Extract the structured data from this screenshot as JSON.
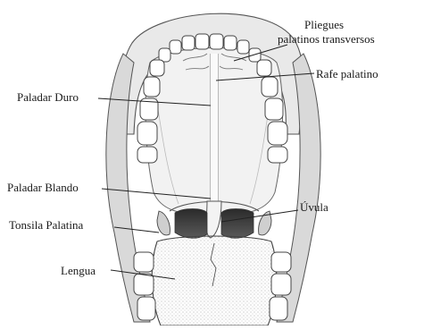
{
  "figure": {
    "labels": {
      "pliegues_line1": "Pliegues",
      "pliegues_line2": "palatinos transversos",
      "rafe": "Rafe palatino",
      "paladar_duro": "Paladar Duro",
      "paladar_blando": "Paladar Blando",
      "uvula": "Úvula",
      "tonsila": "Tonsila Palatina",
      "lengua": "Lengua"
    }
  }
}
